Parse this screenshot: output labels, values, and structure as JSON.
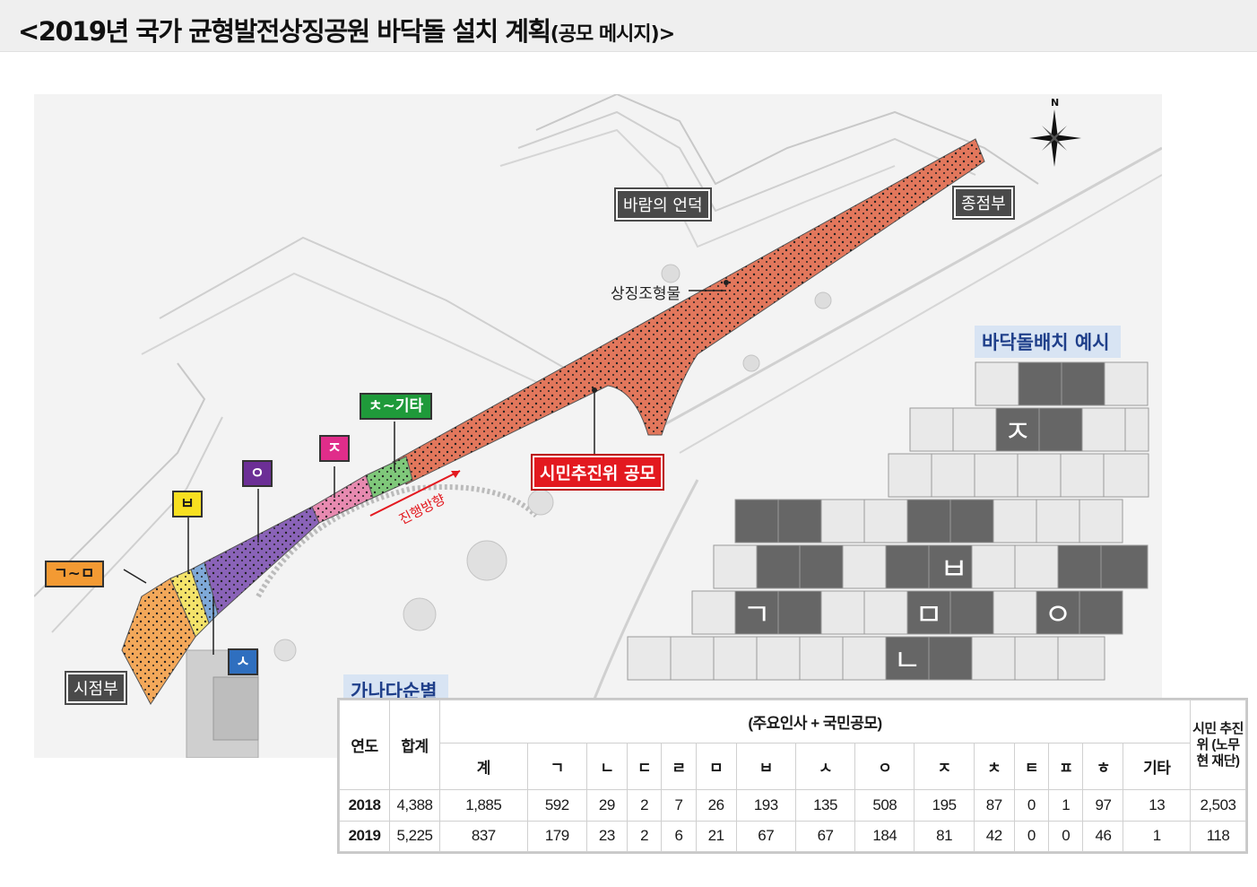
{
  "title": {
    "main": "<2019년 국가 균형발전상징공원 바닥돌 설치 계획",
    "suffix": "(공모 메시지)>"
  },
  "map": {
    "labels": {
      "hill": "바람의 언덕",
      "end": "종점부",
      "start": "시점부",
      "sculpture": "상징조형물",
      "citizen": "시민추진위 공모",
      "direction": "진행방향",
      "north": "N"
    },
    "sections": {
      "ga_mi": "ㄱ~ㅁ",
      "bi": "ㅂ",
      "si": "ㅅ",
      "o": "ㅇ",
      "ji": "ㅈ",
      "chi_etc": "ㅊ~기타"
    }
  },
  "examples": {
    "layout_title": "바닥돌배치 예시",
    "order_title": "가나다순별",
    "chars": [
      "ㅈ",
      "ㅂ",
      "ㄱ",
      "ㅁ",
      "ㅇ",
      "ㄴ"
    ]
  },
  "table": {
    "header": {
      "year": "연도",
      "total": "합계",
      "group": "(주요인사 + 국민공모)",
      "citizen": "시민 추진위 (노무현 재단)",
      "cols": [
        "계",
        "ㄱ",
        "ㄴ",
        "ㄷ",
        "ㄹ",
        "ㅁ",
        "ㅂ",
        "ㅅ",
        "ㅇ",
        "ㅈ",
        "ㅊ",
        "ㅌ",
        "ㅍ",
        "ㅎ",
        "기타"
      ]
    },
    "rows": [
      {
        "year": "2018",
        "total": "4,388",
        "values": [
          "1,885",
          "592",
          "29",
          "2",
          "7",
          "26",
          "193",
          "135",
          "508",
          "195",
          "87",
          "0",
          "1",
          "97",
          "13"
        ],
        "citizen": "2,503"
      },
      {
        "year": "2019",
        "total": "5,225",
        "values": [
          "837",
          "179",
          "23",
          "2",
          "6",
          "21",
          "67",
          "67",
          "184",
          "81",
          "42",
          "0",
          "0",
          "46",
          "1"
        ],
        "citizen": "118"
      }
    ]
  },
  "colors": {
    "path_main": "#e2775c",
    "ga_mi": "#f3a85a",
    "bi": "#f4e36a",
    "si": "#7fa9d8",
    "o": "#8a63b8",
    "ji": "#e78ab0",
    "chi_etc": "#7fc87a",
    "callout_bg": "#d8e4f3",
    "callout_text": "#1f3f8a",
    "citizen_red": "#e3191f"
  }
}
